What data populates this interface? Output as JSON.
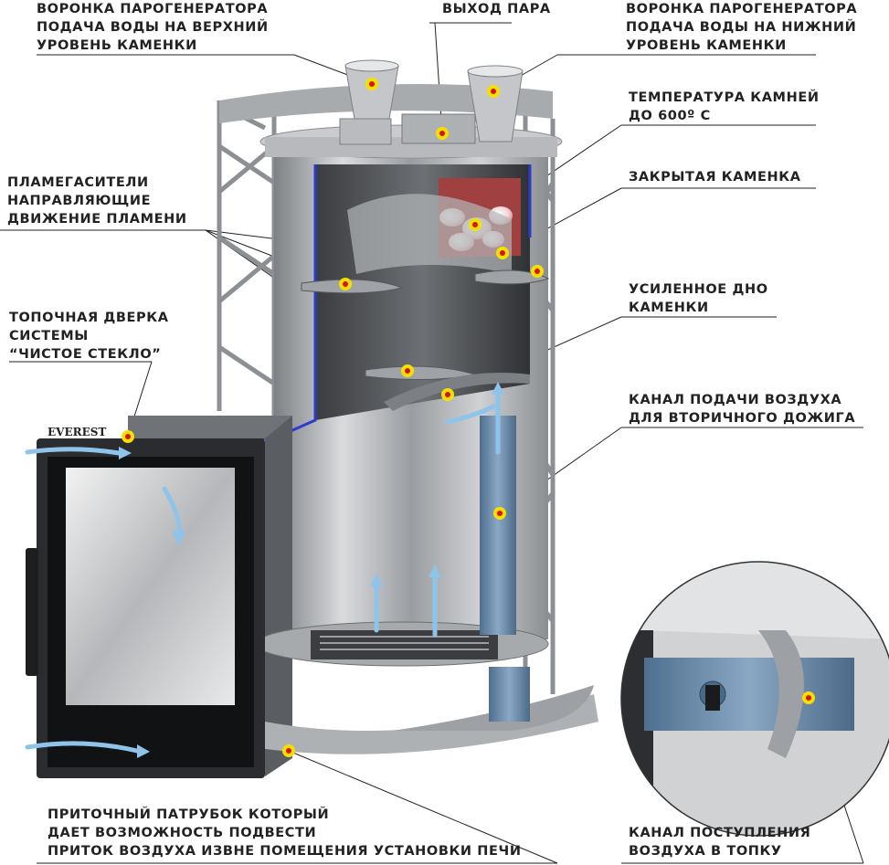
{
  "brand": {
    "logo": "EVEREST"
  },
  "labels": {
    "top_left": [
      "ВОРОНКА ПАРОГЕНЕРАТОРА",
      "ПОДАЧА ВОДЫ НА ВЕРХНИЙ",
      "УРОВЕНЬ КАМЕНКИ"
    ],
    "steam_outlet": [
      "ВЫХОД ПАРА"
    ],
    "top_right": [
      "ВОРОНКА ПАРОГЕНЕРАТОРА",
      "ПОДАЧА ВОДЫ НА НИЖНИЙ",
      "УРОВЕНЬ КАМЕНКИ"
    ],
    "stone_temp": [
      "ТЕМПЕРАТУРА КАМНЕЙ",
      "ДО 600º С"
    ],
    "closed_heater": [
      "ЗАКРЫТАЯ КАМЕНКА"
    ],
    "flame_arresters": [
      "ПЛАМЕГАСИТЕЛИ",
      "НАПРАВЛЯЮЩИЕ",
      "ДВИЖЕНИЕ ПЛАМЕНИ"
    ],
    "reinforced_bottom": [
      "УСИЛЕННОЕ ДНО",
      "КАМЕНКИ"
    ],
    "firebox_door": [
      "ТОПОЧНАЯ ДВЕРКА",
      "СИСТЕМЫ",
      "“ЧИСТОЕ СТЕКЛО”"
    ],
    "secondary_air": [
      "КАНАЛ ПОДАЧИ ВОЗДУХА",
      "ДЛЯ ВТОРИЧНОГО ДОЖИГА"
    ],
    "inlet_pipe": [
      "ПРИТОЧНЫЙ ПАТРУБОК КОТОРЫЙ",
      "ДАЕТ ВОЗМОЖНОСТЬ ПОДВЕСТИ",
      "ПРИТОК ВОЗДУХА ИЗВНЕ ПОМЕЩЕНИЯ УСТАНОВКИ ПЕЧИ"
    ],
    "firebox_air": [
      "КАНАЛ ПОСТУПЛЕНИЯ",
      "ВОЗДУХА В ТОПКУ"
    ]
  },
  "colors": {
    "marker_fill": "#f5e100",
    "marker_center": "#e01010",
    "cutaway_edge": "#2a3cd0",
    "air_channel": "#6d8fb0",
    "arrow": "#8fc4ea"
  }
}
